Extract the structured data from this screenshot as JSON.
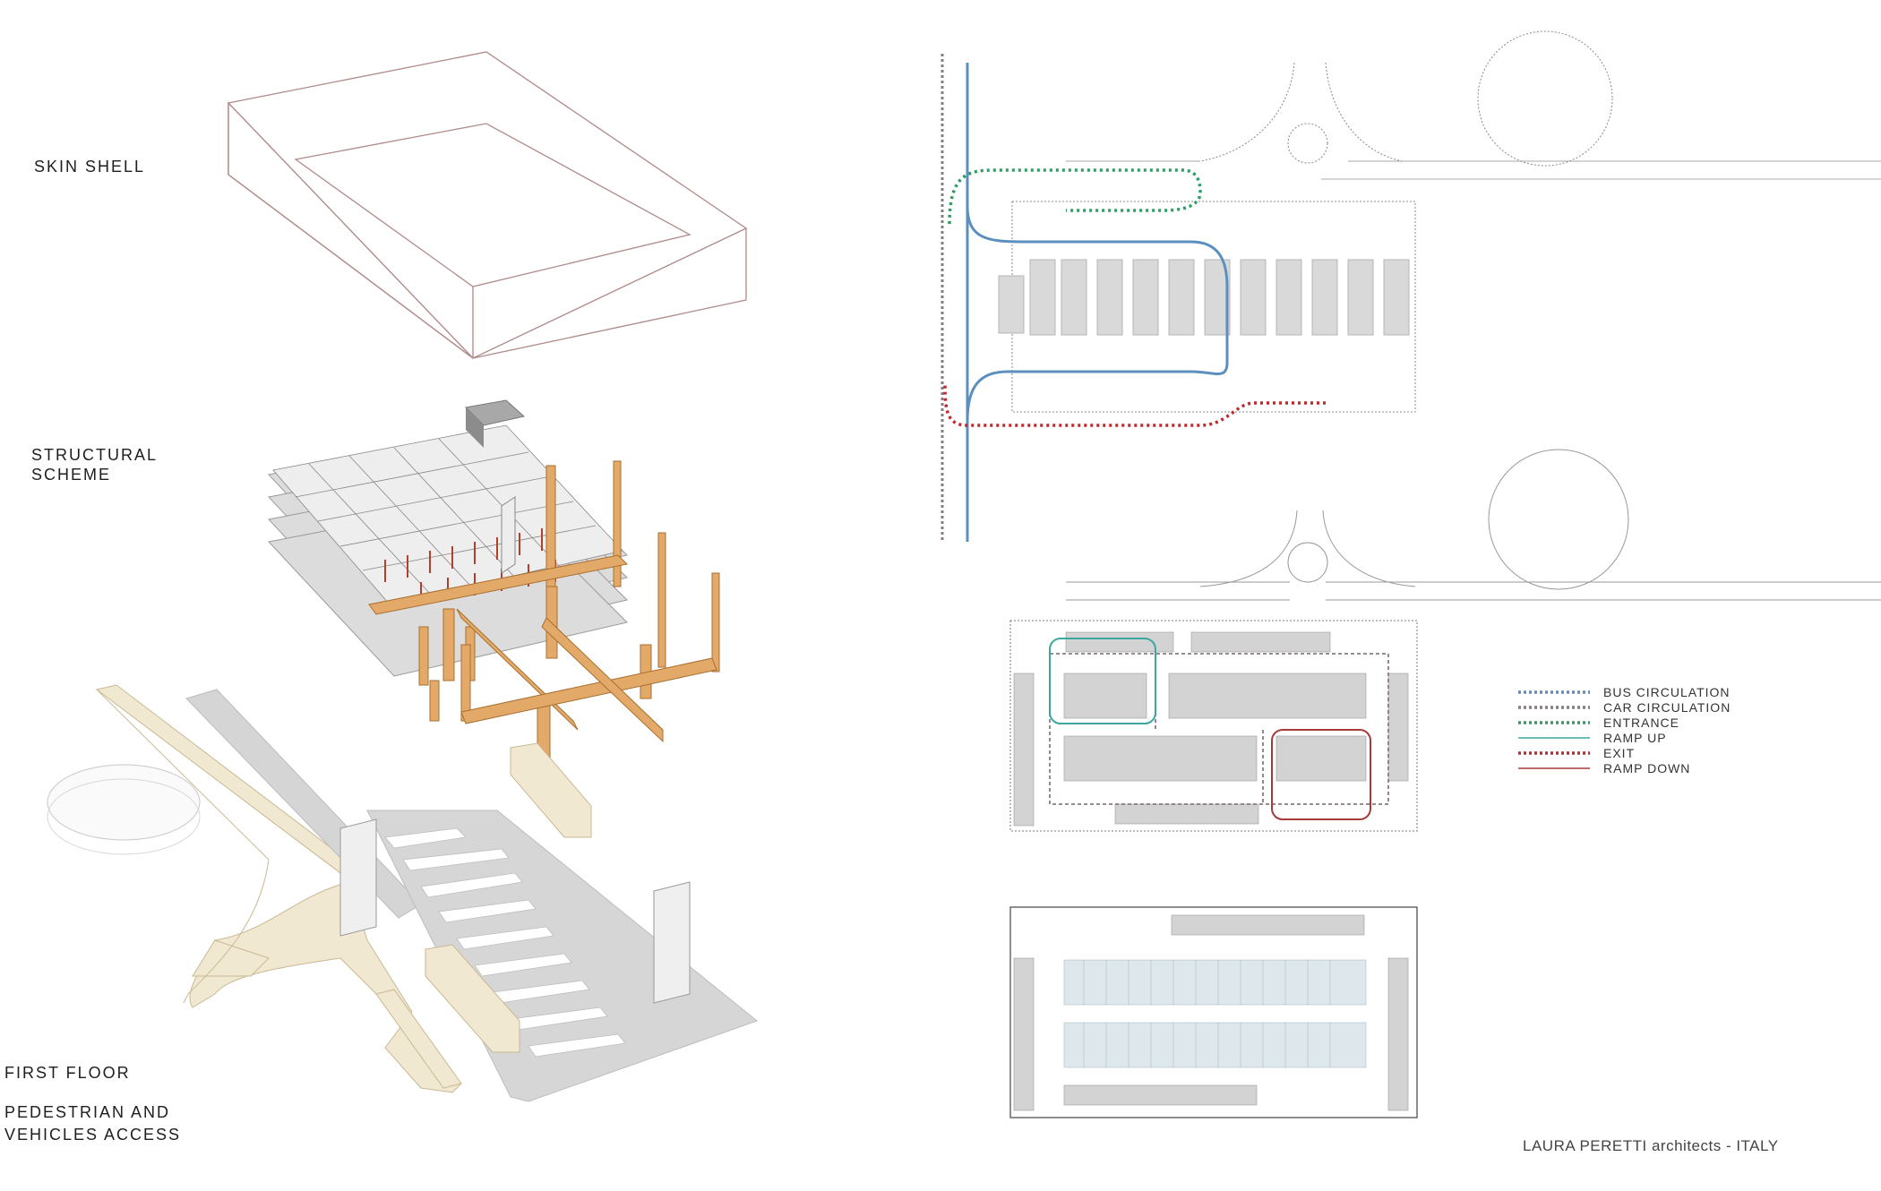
{
  "labels": {
    "skin_shell": "SKIN SHELL",
    "structural_1": "STRUCTURAL",
    "structural_2": "SCHEME",
    "first_floor": "FIRST FLOOR",
    "access_1": "PEDESTRIAN AND",
    "access_2": "VEHICLES ACCESS"
  },
  "legend": [
    {
      "label": "BUS CIRCULATION",
      "color": "#5b8fbf",
      "style": "dotted"
    },
    {
      "label": "CAR CIRCULATION",
      "color": "#8a7a80",
      "style": "dotted"
    },
    {
      "label": "ENTRANCE",
      "color": "#2e9e63",
      "style": "dotted"
    },
    {
      "label": "RAMP UP",
      "color": "#3aa8a0",
      "style": "solid"
    },
    {
      "label": "EXIT",
      "color": "#c0282e",
      "style": "dotted"
    },
    {
      "label": "RAMP DOWN",
      "color": "#a83a3a",
      "style": "solid"
    }
  ],
  "credit": "LAURA PERETTI architects - ITALY",
  "colors": {
    "bus": "#5b8fbf",
    "car": "#8a7a80",
    "entrance": "#2e9e63",
    "ramp_up": "#3aa8a0",
    "exit": "#c0282e",
    "ramp_down": "#a83a3a",
    "structure": "#e0a868",
    "slab": "#d6d6d6",
    "plaza": "#f1e8d2"
  }
}
